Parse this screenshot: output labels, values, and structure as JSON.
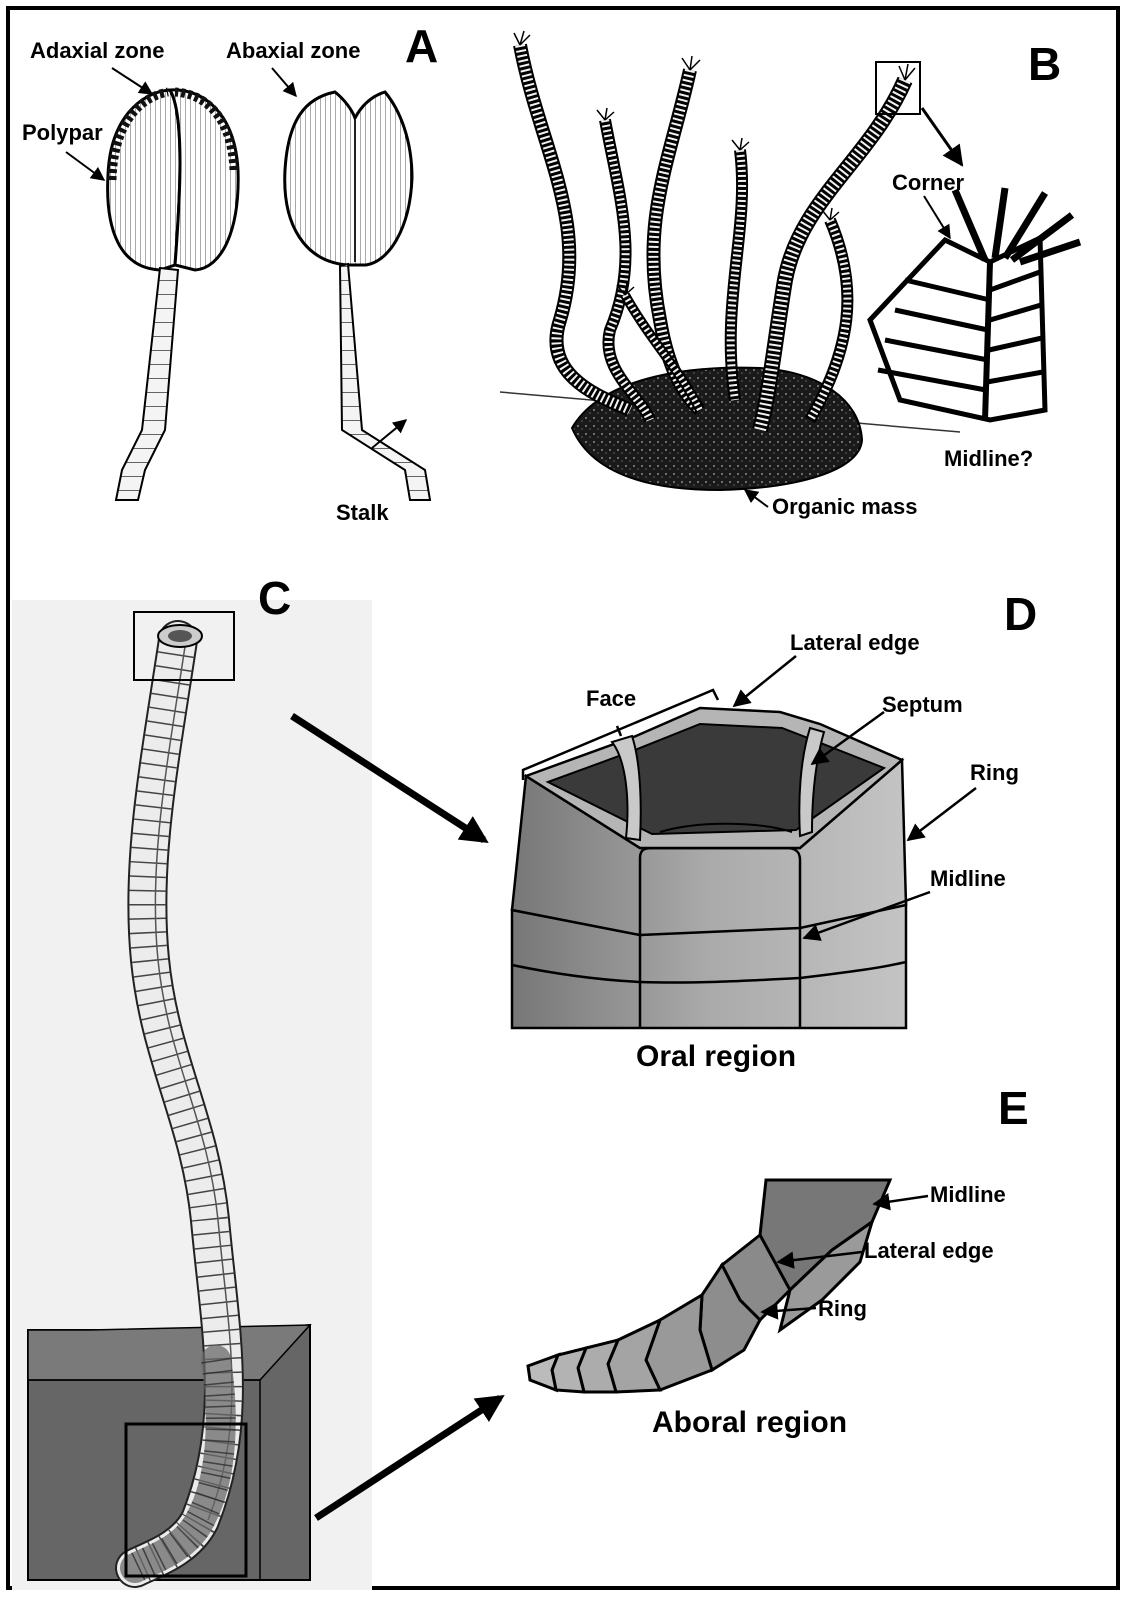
{
  "panels": {
    "A": {
      "letter": "A",
      "labels": {
        "adaxial": "Adaxial zone",
        "abaxial": "Abaxial zone",
        "polypar": "Polypar",
        "stalk": "Stalk"
      }
    },
    "B": {
      "letter": "B",
      "labels": {
        "corner": "Corner",
        "midline": "Midline?",
        "organic_mass": "Organic mass"
      }
    },
    "C": {
      "letter": "C"
    },
    "D": {
      "letter": "D",
      "labels": {
        "lateral_edge": "Lateral edge",
        "face": "Face",
        "septum": "Septum",
        "ring": "Ring",
        "midline": "Midline"
      },
      "caption": "Oral region"
    },
    "E": {
      "letter": "E",
      "labels": {
        "midline": "Midline",
        "lateral_edge": "Lateral edge",
        "ring": "Ring"
      },
      "caption": "Aboral region"
    }
  }
}
